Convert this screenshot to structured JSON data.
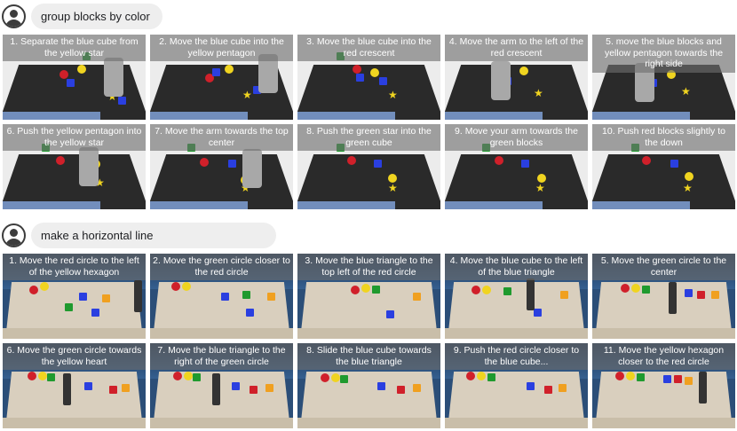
{
  "sections": [
    {
      "prompt": "group blocks by color",
      "rows": [
        [
          "1. Separate the blue cube from the yellow star",
          "2. Move the blue cube into the yellow pentagon",
          "3. Move the blue cube into the red crescent",
          "4. Move the arm to the left of the red crescent",
          "5. move the blue blocks and yellow pentagon towards the right side"
        ],
        [
          "6. Push the yellow pentagon into the yellow star",
          "7. Move the arm towards the top center",
          "8. Push the green star into the green cube",
          "9. Move your arm towards the green blocks",
          "10. Push red blocks slightly to the down"
        ]
      ]
    },
    {
      "prompt": "make a horizontal line",
      "rows": [
        [
          "1. Move the red circle to the left of the yellow hexagon",
          "2. Move the green circle closer to the red circle",
          "3. Move the blue triangle to the top left of the red circle",
          "4. Move the blue cube to the left of the blue triangle",
          "5. Move the green circle to the center"
        ],
        [
          "6. Move the green circle towards the yellow heart",
          "7. Move the blue triangle to the right of the green circle",
          "8. Slide the blue cube towards the blue triangle",
          "9. Push the red circle closer to the blue cube...",
          "11. Move the yellow hexagon closer to the red circle"
        ]
      ]
    }
  ]
}
